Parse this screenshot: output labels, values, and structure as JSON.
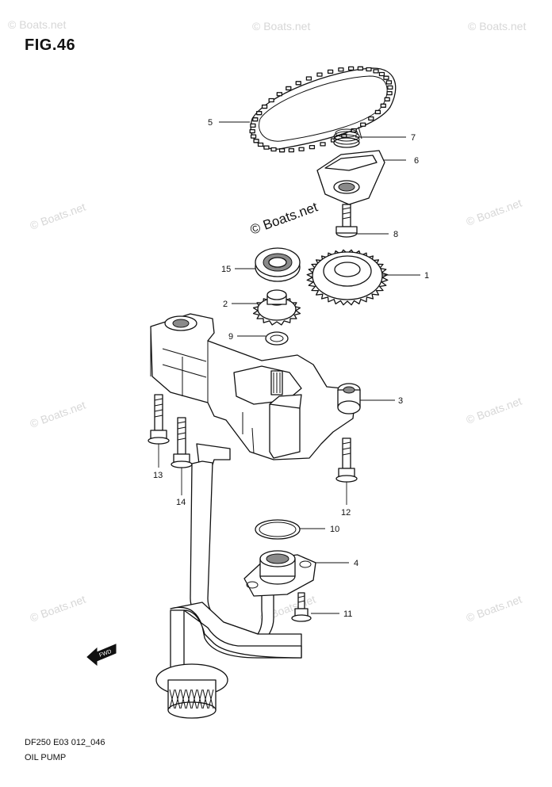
{
  "figure": {
    "title": "FIG.46",
    "code": "DF250 E03 012_046",
    "name": "OIL PUMP"
  },
  "watermarks": {
    "corner": "© Boats.net",
    "center": "© Boats.net"
  },
  "fwd_label": "FWD",
  "callouts": [
    "1",
    "2",
    "3",
    "4",
    "5",
    "6",
    "7",
    "8",
    "9",
    "10",
    "11",
    "12",
    "13",
    "14",
    "15"
  ],
  "colors": {
    "line": "#111111",
    "watermark": "#d7d7d7",
    "background": "#ffffff"
  }
}
